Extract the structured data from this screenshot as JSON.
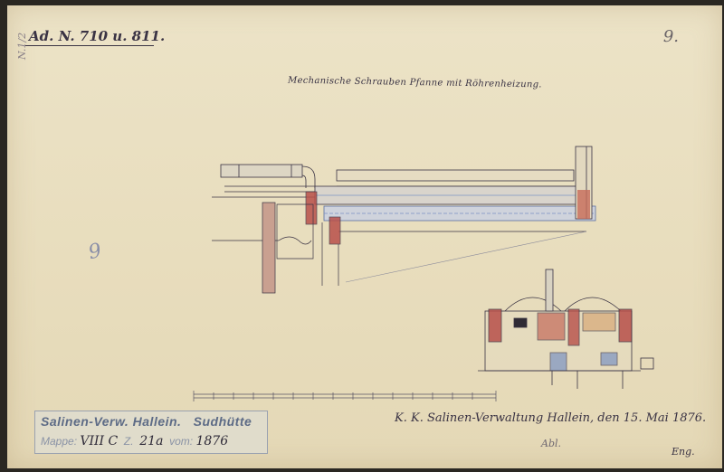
{
  "document": {
    "ref_number": "Ad. N. 710 u. 811.",
    "sheet_number": "9.",
    "side_note": "N.1/2",
    "title": "Mechanische Schrauben Pfanne mit Röhrenheizung.",
    "pencil_mark": "9",
    "signature_line": "K. K. Salinen-Verwaltung Hallein, den 15. Mai 1876.",
    "approval_note": "Abl.",
    "initials": "Eng."
  },
  "stamp": {
    "line1_office": "Salinen-Verw. Hallein.",
    "line1_unit": "Sudhütte",
    "mappe_label": "Mappe:",
    "mappe_value": "VIII C",
    "number_label": "Z.",
    "number_value": "21a",
    "date_label": "vom:",
    "date_value": "1876"
  },
  "colors": {
    "paper": "#ece3c7",
    "ink": "#3a3344",
    "brick": "#b8504a",
    "blue_wash": "#7b93c4",
    "stamp_ink": "#5d6b86"
  }
}
